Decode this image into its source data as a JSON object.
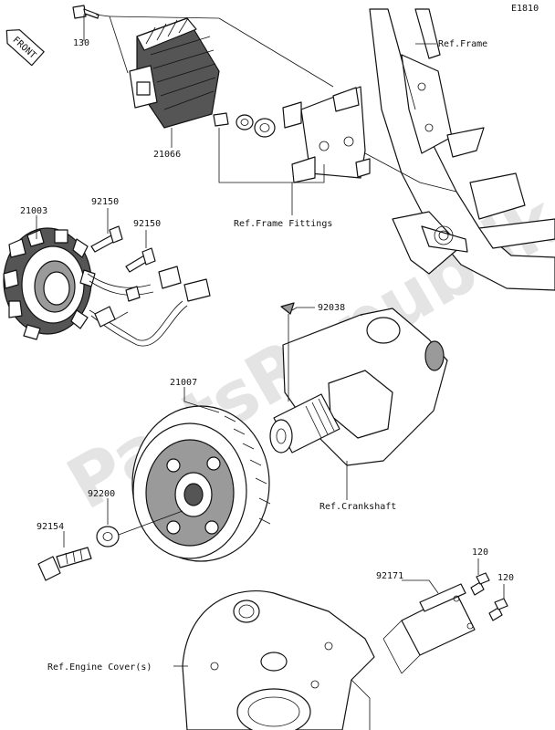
{
  "diagram_id": "E1810",
  "direction_badge": "FRONT",
  "watermark": "PartsRepublik",
  "parts": {
    "p130": "130",
    "p21066": "21066",
    "p21003": "21003",
    "p92150a": "92150",
    "p92150b": "92150",
    "p92038": "92038",
    "p21007": "21007",
    "p92200": "92200",
    "p92154": "92154",
    "p92171": "92171",
    "p120a": "120",
    "p120b": "120"
  },
  "refs": {
    "frame": "Ref.Frame",
    "frame_fittings": "Ref.Frame Fittings",
    "crankshaft": "Ref.Crankshaft",
    "engine_cover": "Ref.Engine Cover(s)"
  }
}
